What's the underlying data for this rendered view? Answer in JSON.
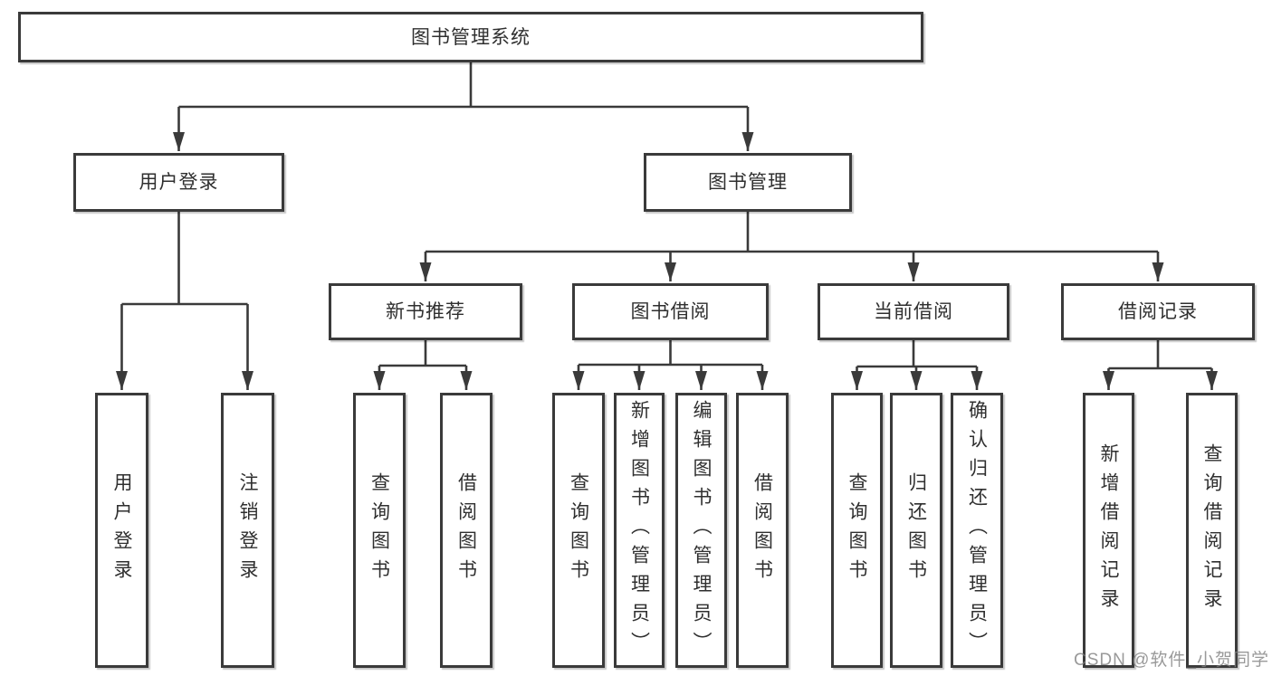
{
  "diagram": {
    "root": {
      "label": "图书管理系统"
    },
    "branches": [
      {
        "label": "用户登录",
        "children": [
          {
            "label": "用户登录"
          },
          {
            "label": "注销登录"
          }
        ]
      },
      {
        "label": "图书管理",
        "children": [
          {
            "label": "新书推荐",
            "children": [
              {
                "label": "查询图书"
              },
              {
                "label": "借阅图书"
              }
            ]
          },
          {
            "label": "图书借阅",
            "children": [
              {
                "label": "查询图书"
              },
              {
                "label": "新增图书（管理员）"
              },
              {
                "label": "编辑图书（管理员）"
              },
              {
                "label": "借阅图书"
              }
            ]
          },
          {
            "label": "当前借阅",
            "children": [
              {
                "label": "查询图书"
              },
              {
                "label": "归还图书"
              },
              {
                "label": "确认归还（管理员）"
              }
            ]
          },
          {
            "label": "借阅记录",
            "children": [
              {
                "label": "新增借阅记录"
              },
              {
                "label": "查询借阅记录"
              }
            ]
          }
        ]
      }
    ],
    "watermark": "CSDN @软件_小贺同学",
    "colors": {
      "line": "#3a3a3a",
      "box_border": "#3a3a3a",
      "box_fill": "#ffffff",
      "text": "#2f2f2f",
      "watermark": "#808080"
    }
  }
}
